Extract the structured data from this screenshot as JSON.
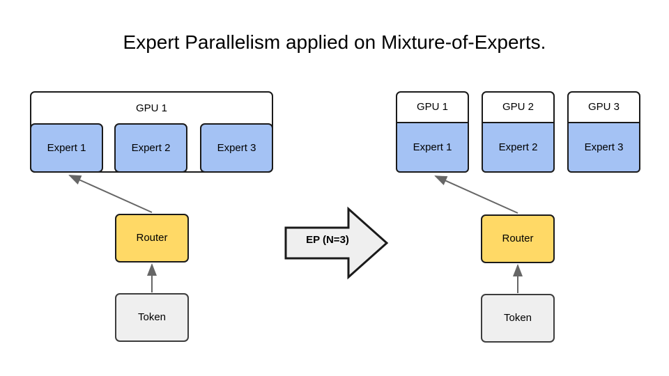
{
  "title": "Expert Parallelism applied on Mixture-of-Experts.",
  "colors": {
    "expert_fill": "#A4C2F4",
    "router_fill": "#FFD966",
    "token_fill": "#EFEFEF",
    "gpu_fill": "#FFFFFF",
    "ep_arrow_fill": "#EFEFEF",
    "stroke": "#1A1A1A",
    "connector": "#666666",
    "background": "#FFFFFF"
  },
  "left": {
    "gpu_label": "GPU 1",
    "experts": [
      {
        "label": "Expert 1"
      },
      {
        "label": "Expert 2"
      },
      {
        "label": "Expert 3"
      }
    ],
    "router_label": "Router",
    "token_label": "Token"
  },
  "transform": {
    "label": "EP (N=3)",
    "icon": "block-arrow-right-icon"
  },
  "right": {
    "gpus": [
      {
        "gpu_label": "GPU 1",
        "expert_label": "Expert 1"
      },
      {
        "gpu_label": "GPU 2",
        "expert_label": "Expert 2"
      },
      {
        "gpu_label": "GPU 3",
        "expert_label": "Expert 3"
      }
    ],
    "router_label": "Router",
    "token_label": "Token"
  }
}
